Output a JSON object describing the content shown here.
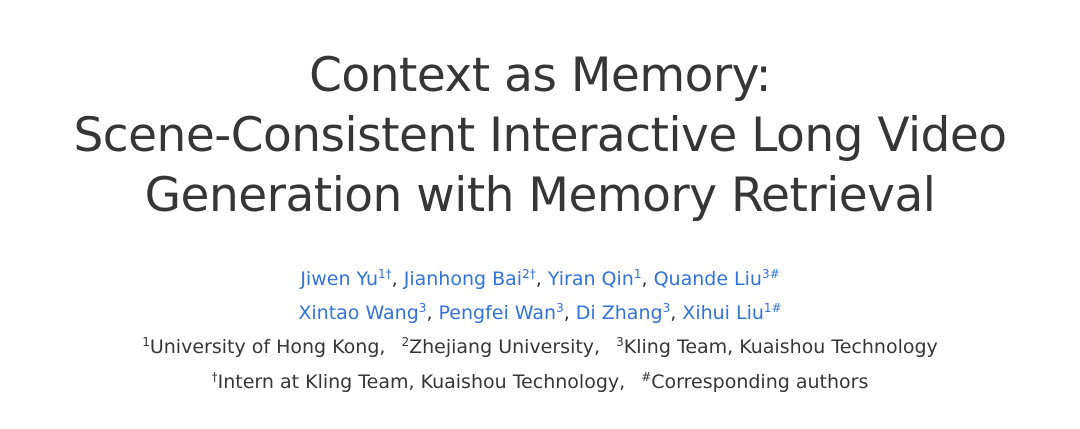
{
  "title": {
    "line1": "Context as Memory:",
    "line2": "Scene-Consistent Interactive Long Video",
    "line3": "Generation with Memory Retrieval"
  },
  "authors": [
    {
      "name": "Jiwen Yu",
      "mark": "1†"
    },
    {
      "name": "Jianhong Bai",
      "mark": "2†"
    },
    {
      "name": "Yiran Qin",
      "mark": "1"
    },
    {
      "name": "Quande Liu",
      "mark": "3#"
    },
    {
      "name": "Xintao Wang",
      "mark": "3"
    },
    {
      "name": "Pengfei Wan",
      "mark": "3"
    },
    {
      "name": "Di Zhang",
      "mark": "3"
    },
    {
      "name": "Xihui Liu",
      "mark": "1#"
    }
  ],
  "separator": ",",
  "affiliations": [
    {
      "mark": "1",
      "text": "University of Hong Kong,"
    },
    {
      "mark": "2",
      "text": "Zhejiang University,"
    },
    {
      "mark": "3",
      "text": "Kling Team, Kuaishou Technology"
    }
  ],
  "notes": [
    {
      "mark": "†",
      "text": "Intern at Kling Team, Kuaishou Technology,"
    },
    {
      "mark": "#",
      "text": "Corresponding authors"
    }
  ],
  "colors": {
    "text": "#363636",
    "link": "#3273dc"
  }
}
